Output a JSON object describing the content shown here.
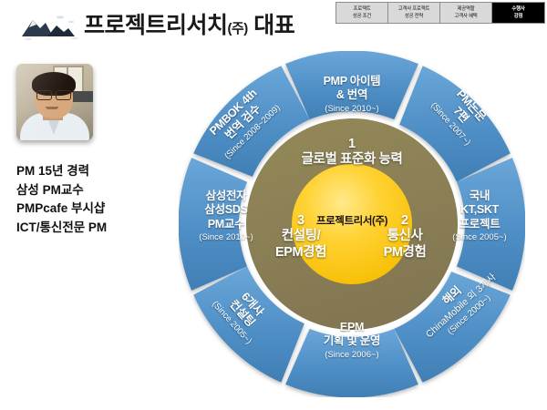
{
  "header": {
    "logo_icon": "mountain-logo-icon",
    "title_main": "프로젝트리서치",
    "title_suffix": "(주)",
    "title_tail": " 대표"
  },
  "nav_tabs": [
    {
      "line1": "프로젝트",
      "line2": "성공 조건",
      "active": false
    },
    {
      "line1": "고객사 프로젝트",
      "line2": "성공 전략",
      "active": false
    },
    {
      "line1": "제공역할",
      "line2": "고객사 혜택",
      "active": false
    },
    {
      "line1": "수행사",
      "line2": "강점",
      "active": true
    }
  ],
  "profile": {
    "photo_alt": "profile-photo",
    "lines": [
      "PM 15년 경력",
      "삼성 PM교수",
      "PMPcafe 부시샵",
      "ICT/통신전문 PM"
    ]
  },
  "chart_data": {
    "type": "pie",
    "title": "수행사 강점",
    "center_label": "프로젝트리서(주)",
    "colors": {
      "outer_segment": "#4f90c8",
      "outer_segment_alt": "#5e9ed3",
      "inner_ring": "#8c8055",
      "center": "#fcc800",
      "center_highlight": "#ffde59",
      "gap": "#ffffff"
    },
    "outer_ring": {
      "count": 8,
      "segments": [
        {
          "index": 1,
          "main": "PMP 아이템\n& 번역",
          "line1": "PMP 아이템",
          "line2": "& 번역",
          "since": "(Since 2010~)",
          "angle_deg": 270
        },
        {
          "index": 2,
          "main": "PM논문\n7편",
          "line1": "PM논문",
          "line2": "7편",
          "since": "(Since 2007~)",
          "angle_deg": 315
        },
        {
          "index": 3,
          "main": "국내\nKT,SKT\n프로젝트",
          "line1": "국내",
          "line2": "KT,SKT",
          "line3": "프로젝트",
          "since": "(Since 2005~)",
          "angle_deg": 0
        },
        {
          "index": 4,
          "main": "해외\nChinaMobile 외 3개사",
          "line1": "해외",
          "line2": "ChinaMobile 외 3개사",
          "since": "(Since 2000~)",
          "angle_deg": 45
        },
        {
          "index": 5,
          "main": "EPM\n기획 및 운영",
          "line1": "EPM",
          "line2": "기획 및 운영",
          "since": "(Since 2006~)",
          "angle_deg": 90
        },
        {
          "index": 6,
          "main": "6개사\n컨설팅",
          "line1": "6개사",
          "line2": "컨설팅",
          "since": "(Since 2005~)",
          "angle_deg": 135
        },
        {
          "index": 7,
          "main": "삼성전자\n삼성SDS\nPM교수",
          "line1": "삼성전자",
          "line2": "삼성SDS",
          "line3": "PM교수",
          "since": "(Since 2010~)",
          "angle_deg": 180
        },
        {
          "index": 8,
          "main": "PMBOK 4th\n번역 검수",
          "line1": "PMBOK 4th",
          "line2": "번역 검수",
          "since": "(Since 2008~2009)",
          "angle_deg": 225
        }
      ]
    },
    "inner_ring": {
      "count": 3,
      "segments": [
        {
          "number": "1",
          "label": "글로벌 표준화 능력",
          "line1": "글로벌 표준화 능력"
        },
        {
          "number": "2",
          "label": "통신사 PM경험",
          "line1": "통신사",
          "line2": "PM경험"
        },
        {
          "number": "3",
          "label": "컨설팅/ EPM경험",
          "line1": "컨설팅/",
          "line2": "EPM경험"
        }
      ]
    }
  }
}
